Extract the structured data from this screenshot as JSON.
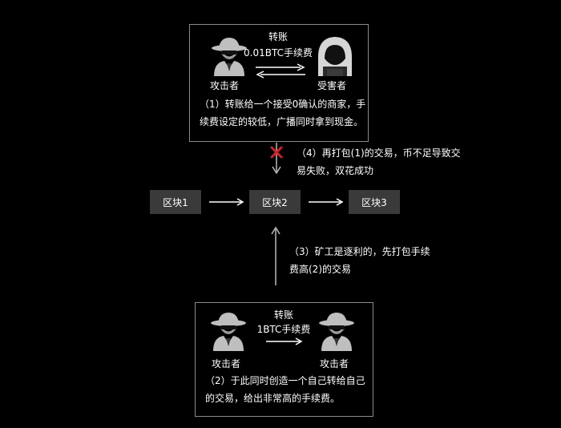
{
  "top_panel": {
    "transfer_label": "转账",
    "fee_label": "0.01BTC手续费",
    "attacker_label": "攻击者",
    "victim_label": "受害者",
    "note_line1": "（1）转账给一个接受0确认的商家，手",
    "note_line2": "续费设定的较低，广播同时拿到现金。"
  },
  "step4": {
    "line1": "（4）再打包(1)的交易，币不足导致交",
    "line2": "易失败，双花成功"
  },
  "blocks": [
    "区块1",
    "区块2",
    "区块3"
  ],
  "step3": {
    "line1": "（3）矿工是逐利的，先打包手续",
    "line2": "费高(2)的交易"
  },
  "bottom_panel": {
    "transfer_label": "转账",
    "fee_label": "1BTC手续费",
    "attacker_left_label": "攻击者",
    "attacker_right_label": "攻击者",
    "note_line1": "（2）于此同时创造一个自己转给自己",
    "note_line2": "的交易，给出非常高的手续费。"
  },
  "colors": {
    "background": "#000000",
    "panel_border": "#8a8a8a",
    "block_fill": "#3a3a3a",
    "cross_mark": "#d0222d"
  }
}
